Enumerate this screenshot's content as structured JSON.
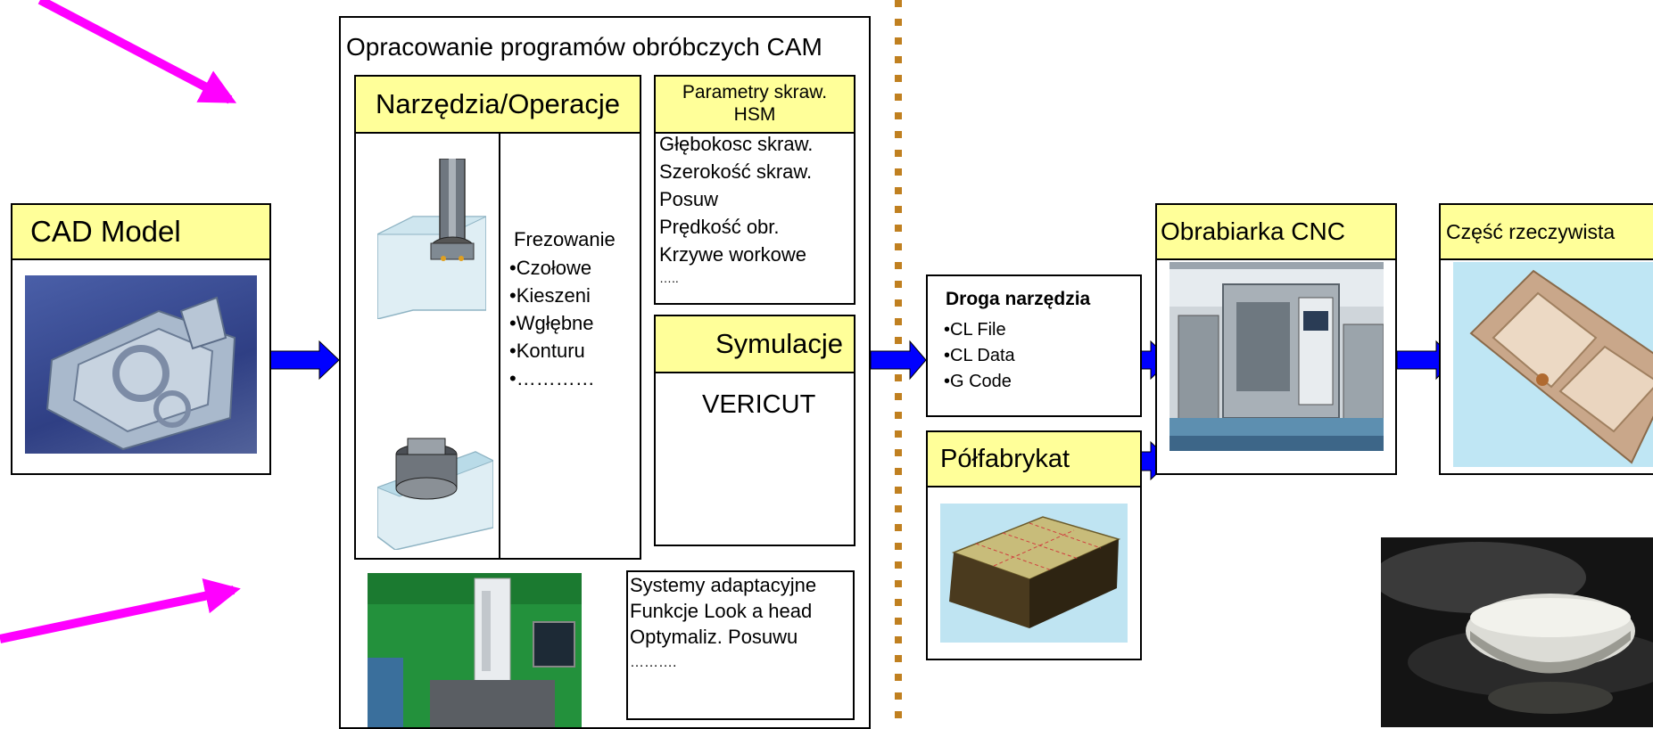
{
  "cad_model": {
    "title": "CAD Model"
  },
  "cam": {
    "title": "Opracowanie programów obróbczych CAM",
    "tools": {
      "title": "Narzędzia/Operacje",
      "milling_label": "Frezowanie",
      "milling_items": [
        "•Czołowe",
        "•Kieszeni",
        "•Wgłębne",
        "•Konturu",
        "•…………"
      ]
    },
    "params": {
      "title_line1": "Parametry skraw.",
      "title_line2": "HSM",
      "items": [
        "Głębokosc skraw.",
        "Szerokość skraw.",
        "Posuw",
        "Prędkość obr.",
        "Krzywe workowe",
        "….."
      ]
    },
    "simulation": {
      "title": "Symulacje",
      "tool": "VERICUT"
    },
    "adaptive": {
      "items": [
        "Systemy adaptacyjne",
        "Funkcje Look a head",
        "Optymaliz. Posuwu",
        "………."
      ]
    }
  },
  "toolpath": {
    "title": "Droga narzędzia",
    "items": [
      "•CL File",
      "•CL Data",
      "•G Code"
    ]
  },
  "blank": {
    "title": "Półfabrykat"
  },
  "cnc": {
    "title": "Obrabiarka CNC"
  },
  "part": {
    "title": "Część rzeczywista"
  },
  "colors": {
    "header_fill": "#ffff99",
    "arrow_blue": "#0000ff",
    "pointer_magenta": "#ff00ff",
    "divider": "#c08020"
  }
}
